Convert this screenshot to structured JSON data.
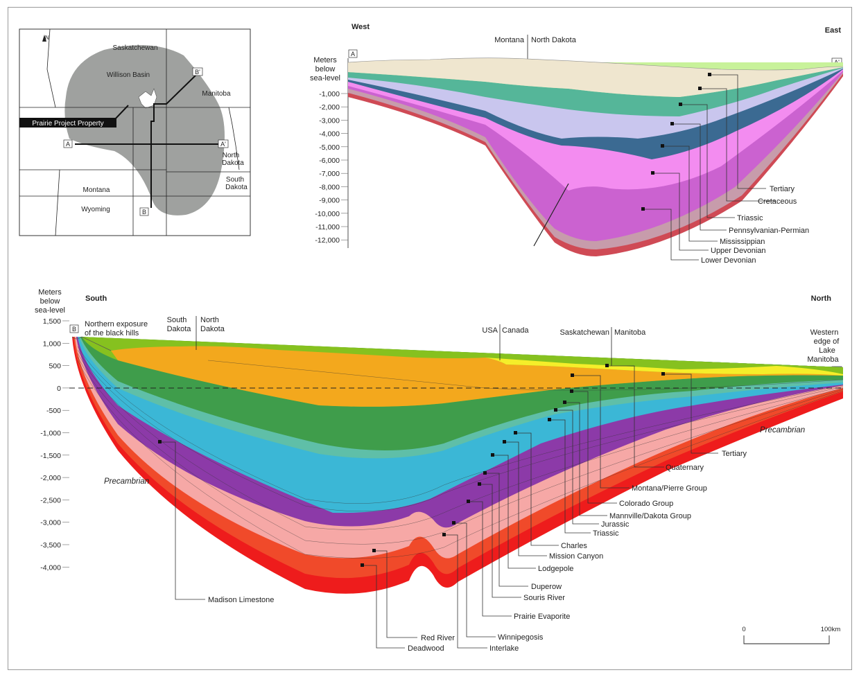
{
  "map": {
    "north_arrow": "N",
    "saskatchewan": "Saskatchewan",
    "manitoba": "Manitoba",
    "basin": "Willison Basin",
    "north_dakota_1": "North",
    "north_dakota_2": "Dakota",
    "south_dakota_1": "South",
    "south_dakota_2": "Dakota",
    "montana": "Montana",
    "wyoming": "Wyoming",
    "property_label": "Prairie Project Property",
    "marker_a": "A",
    "marker_a2": "A'",
    "marker_b": "B",
    "marker_b2": "B'"
  },
  "section_a": {
    "west": "West",
    "east": "East",
    "border_left": "Montana",
    "border_right": "North Dakota",
    "marker_left": "A",
    "marker_right": "A'",
    "axis_title": [
      "Meters",
      "below",
      "sea-level"
    ],
    "ticks": [
      "-1,000",
      "-2,000",
      "-3,000",
      "-4,000",
      "-5,000",
      "-6,000",
      "-7,000",
      "-8,000",
      "-9,000",
      "-10,000",
      "-11,000",
      "-12,000"
    ],
    "labels": {
      "tertiary": "Tertiary",
      "cretaceous": "Cretaceous",
      "triassic": "Triassic",
      "penn_perm": "Pennsylvanian-Permian",
      "mississippian": "Mississippian",
      "upper_devonian": "Upper Devonian",
      "lower_devonian": "Lower Devonian"
    },
    "colors": {
      "tertiary": "#efe6cf",
      "cretaceous": "#c8f29a",
      "triassic": "#55b699",
      "penn_perm": "#c9c6ee",
      "mississippian": "#3b6a92",
      "upper_devonian": "#f38cf0",
      "lower_devonian": "#cb62d0",
      "base1": "#c79cab",
      "base2": "#cf4a55"
    }
  },
  "section_b": {
    "south": "South",
    "north": "North",
    "marker_left": "B",
    "marker_right": "B'",
    "axis_title": [
      "Meters",
      "below",
      "sea-level"
    ],
    "ticks": [
      "1,500",
      "1,000",
      "500",
      "0",
      "-500",
      "-1,000",
      "-1,500",
      "-2,000",
      "-2,500",
      "-3,000",
      "-3,500",
      "-4,000"
    ],
    "annotations": {
      "northern_exposure_1": "Northern exposure",
      "northern_exposure_2": "of the black hills",
      "south_dakota_1": "South",
      "south_dakota_2": "Dakota",
      "north_dakota_1": "North",
      "north_dakota_2": "Dakota",
      "usa": "USA",
      "canada": "Canada",
      "saskatchewan": "Saskatchewan",
      "manitoba": "Manitoba",
      "western_edge_1": "Western",
      "western_edge_2": "edge of",
      "western_edge_3": "Lake",
      "western_edge_4": "Manitoba",
      "precambrian_left": "Precambrian",
      "precambrian_right": "Precambrian"
    },
    "labels": {
      "tertiary": "Tertiary",
      "quaternary": "Quaternary",
      "montana_pierre": "Montana/Pierre Group",
      "colorado": "Colorado Group",
      "mannville": "Mannville/Dakota Group",
      "jurassic": "Jurassic",
      "triassic": "Triassic",
      "charles": "Charles",
      "mission_canyon": "Mission Canyon",
      "lodgepole": "Lodgepole",
      "duperow": "Duperow",
      "souris_river": "Souris River",
      "prairie_evaporite": "Prairie Evaporite",
      "winnipegosis": "Winnipegosis",
      "interlake": "Interlake",
      "red_river": "Red River",
      "deadwood": "Deadwood",
      "madison": "Madison Limestone"
    },
    "colors": {
      "quaternary": "#f5ee2a",
      "tertiary": "#f3a81d",
      "montana": "#86c11f",
      "colorado": "#3f9d4b",
      "mannville": "#5fbfa8",
      "cyan": "#3bb7d6",
      "purple": "#8c3aa8",
      "pink": "#f6a8a6",
      "red_orange": "#f04a2a",
      "red": "#ee1c1c"
    },
    "scale": {
      "zero": "0",
      "end": "100km"
    }
  }
}
